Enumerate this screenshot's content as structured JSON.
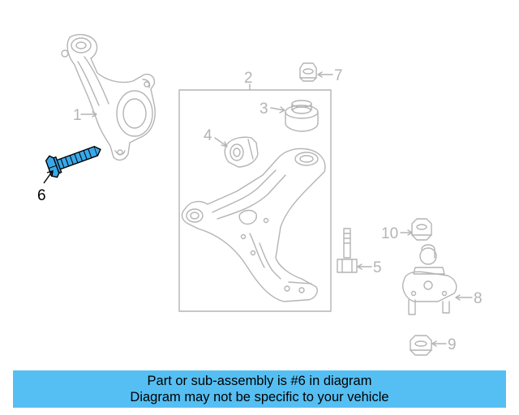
{
  "callouts": {
    "c1": "1",
    "c2": "2",
    "c3": "3",
    "c4": "4",
    "c5": "5",
    "c6": "6",
    "c7": "7",
    "c8": "8",
    "c9": "9",
    "c10": "10"
  },
  "caption": {
    "line1": "Part or sub-assembly is #6 in diagram",
    "line2": "Diagram may not be specific to your vehicle"
  },
  "colors": {
    "highlight_part": "#3aa8e8",
    "caption_background": "#55bff3",
    "faded_line": "#b4b4b4"
  }
}
